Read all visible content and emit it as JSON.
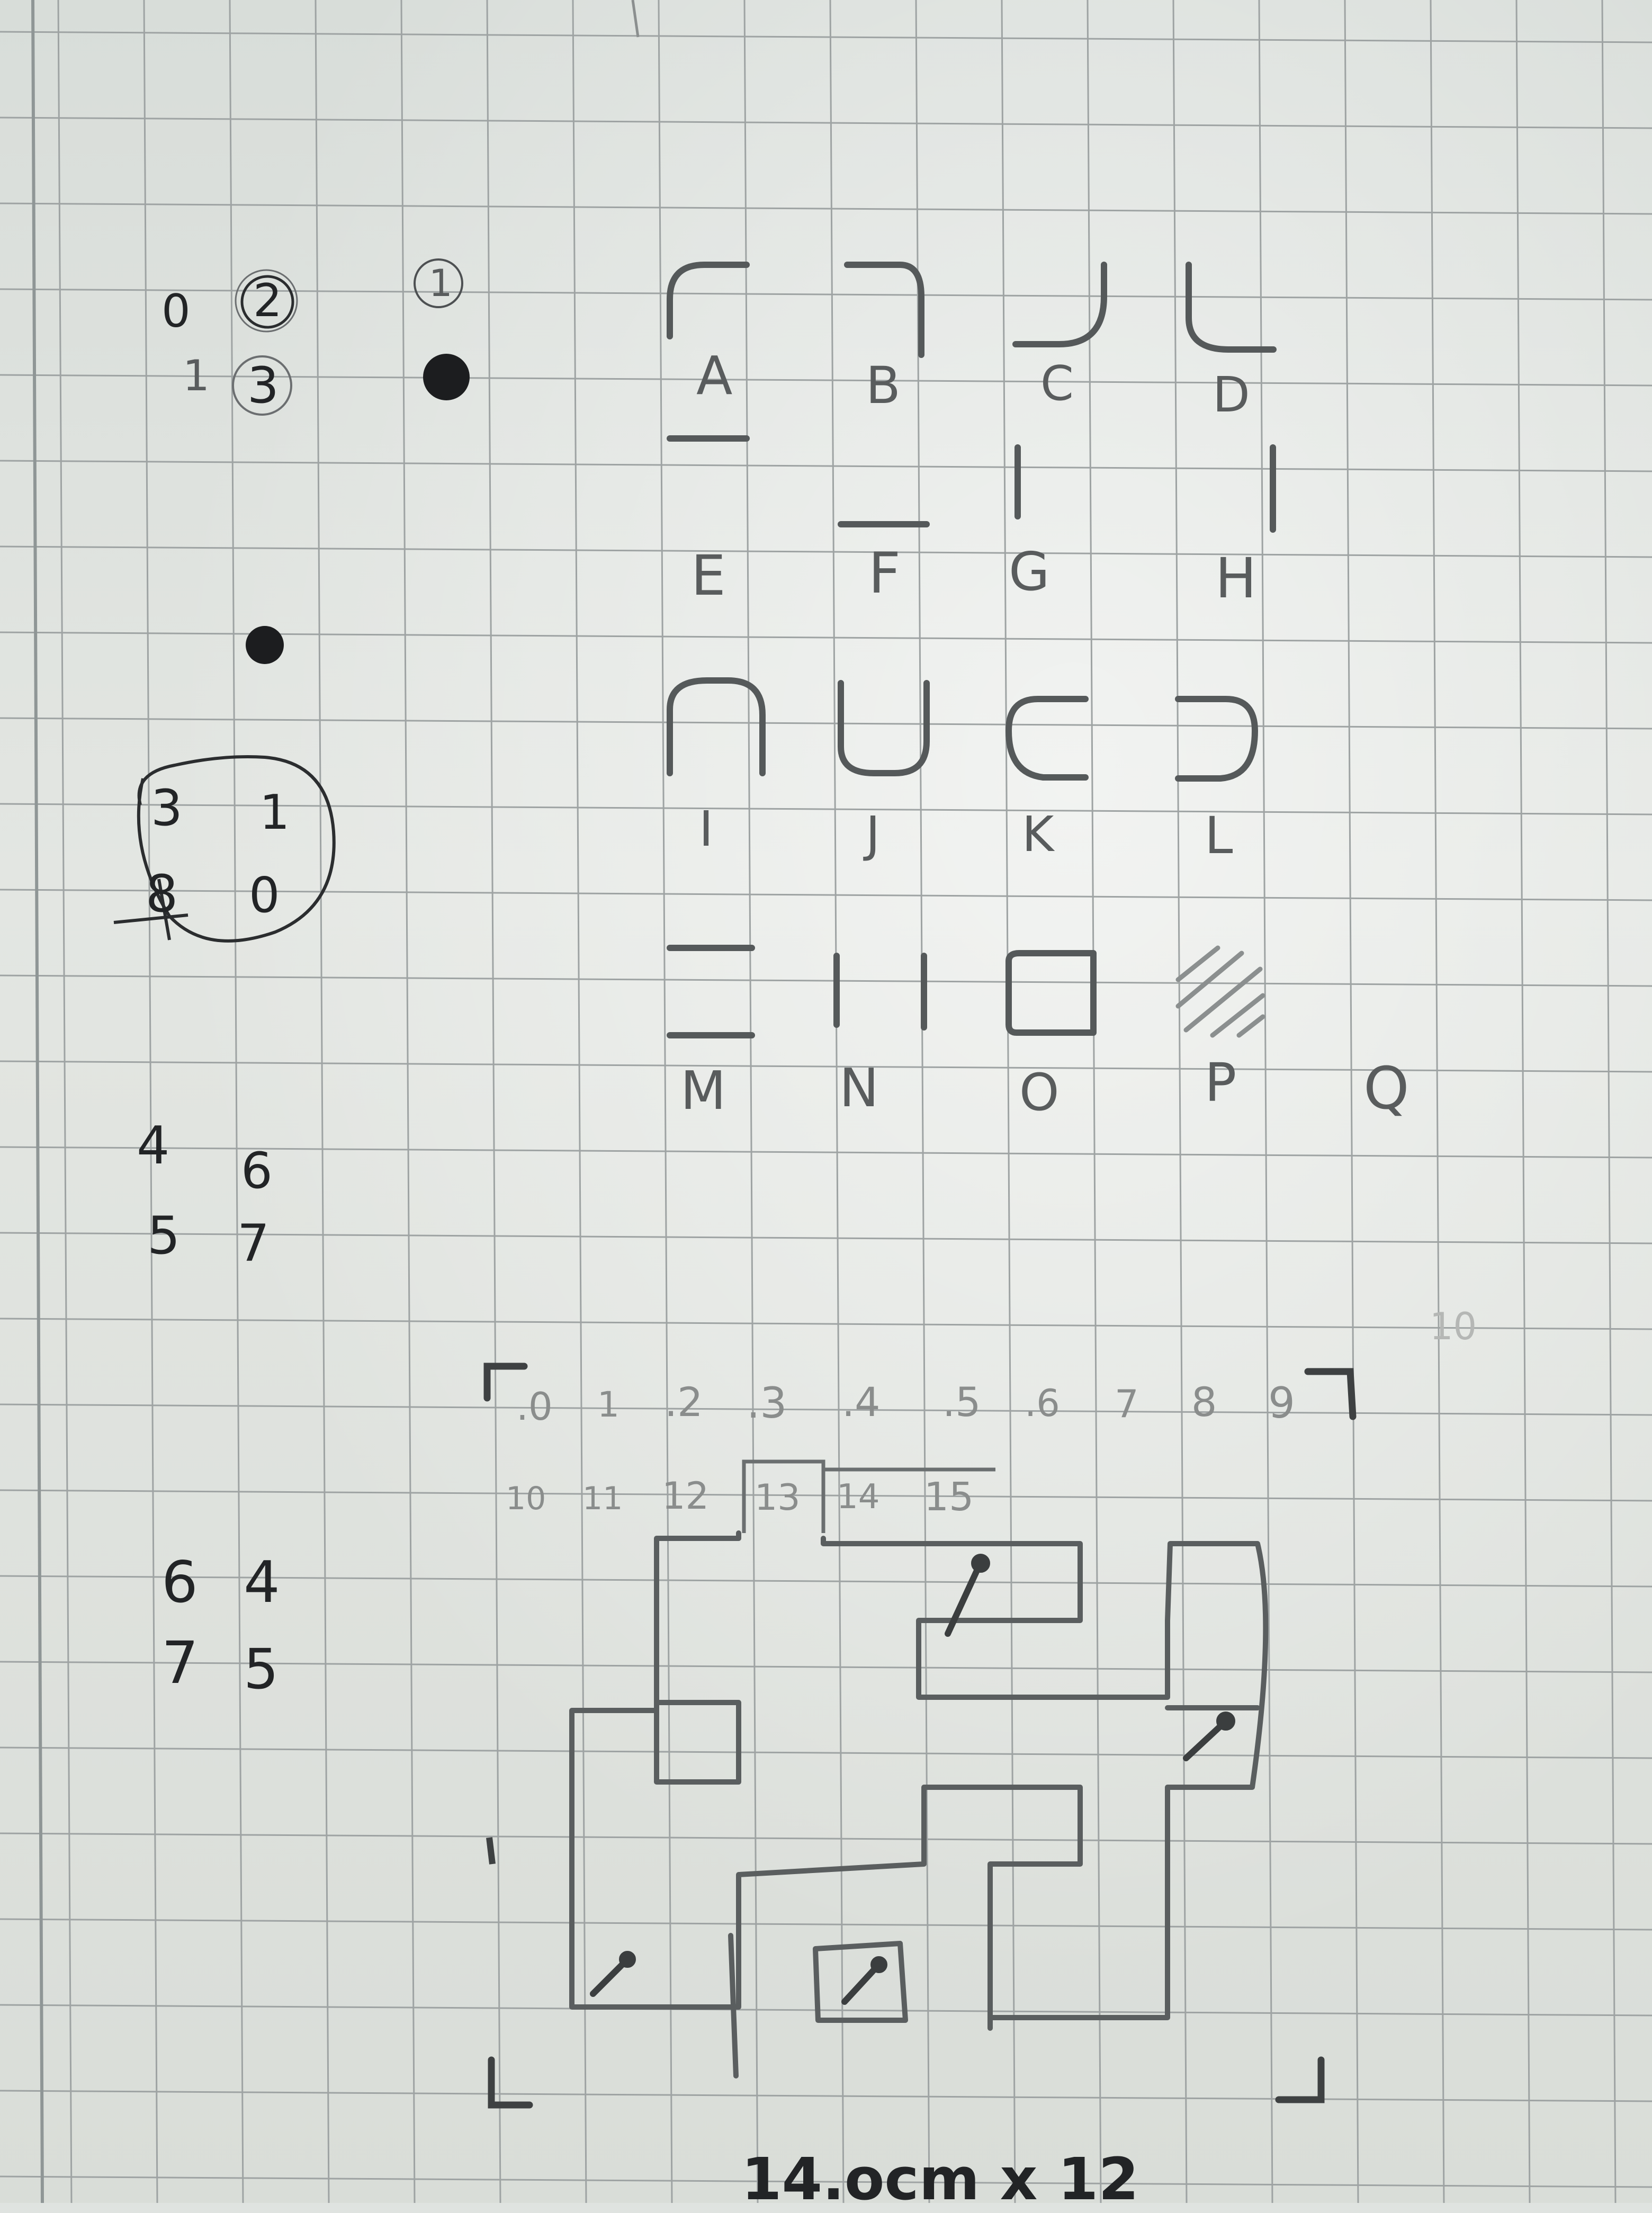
{
  "tile_legend": {
    "letters": [
      "A",
      "B",
      "C",
      "D",
      "E",
      "F",
      "G",
      "H",
      "I",
      "J",
      "K",
      "L",
      "M",
      "N",
      "O",
      "P",
      "Q"
    ]
  },
  "number_grid": {
    "row1": [
      ".0",
      "1",
      ".2",
      ".3",
      ".4",
      ".5",
      ".6",
      "7",
      "8",
      "9"
    ],
    "row2": [
      "10",
      "11",
      "12",
      "13",
      "14",
      "15"
    ]
  },
  "pen_notes": {
    "n0": "0",
    "n1": "1",
    "c2": "2",
    "c3": "3",
    "c1": "1",
    "box3": "3",
    "box1": "1",
    "box8": "8",
    "box0": "0",
    "q4": "4",
    "q6": "6",
    "q5": "5",
    "q7": "7",
    "r6": "6",
    "r4": "4",
    "r7": "7",
    "r5": "5"
  },
  "stray_marks": {
    "ten": "10"
  },
  "page_footer": {
    "text": "14.ocm x 12"
  },
  "colors": {
    "paper": "#dfe3e0",
    "grid_line": "#9ea3a3",
    "margin_line": "#8f9696",
    "pencil": "#55595a",
    "pen": "#1f2123"
  }
}
